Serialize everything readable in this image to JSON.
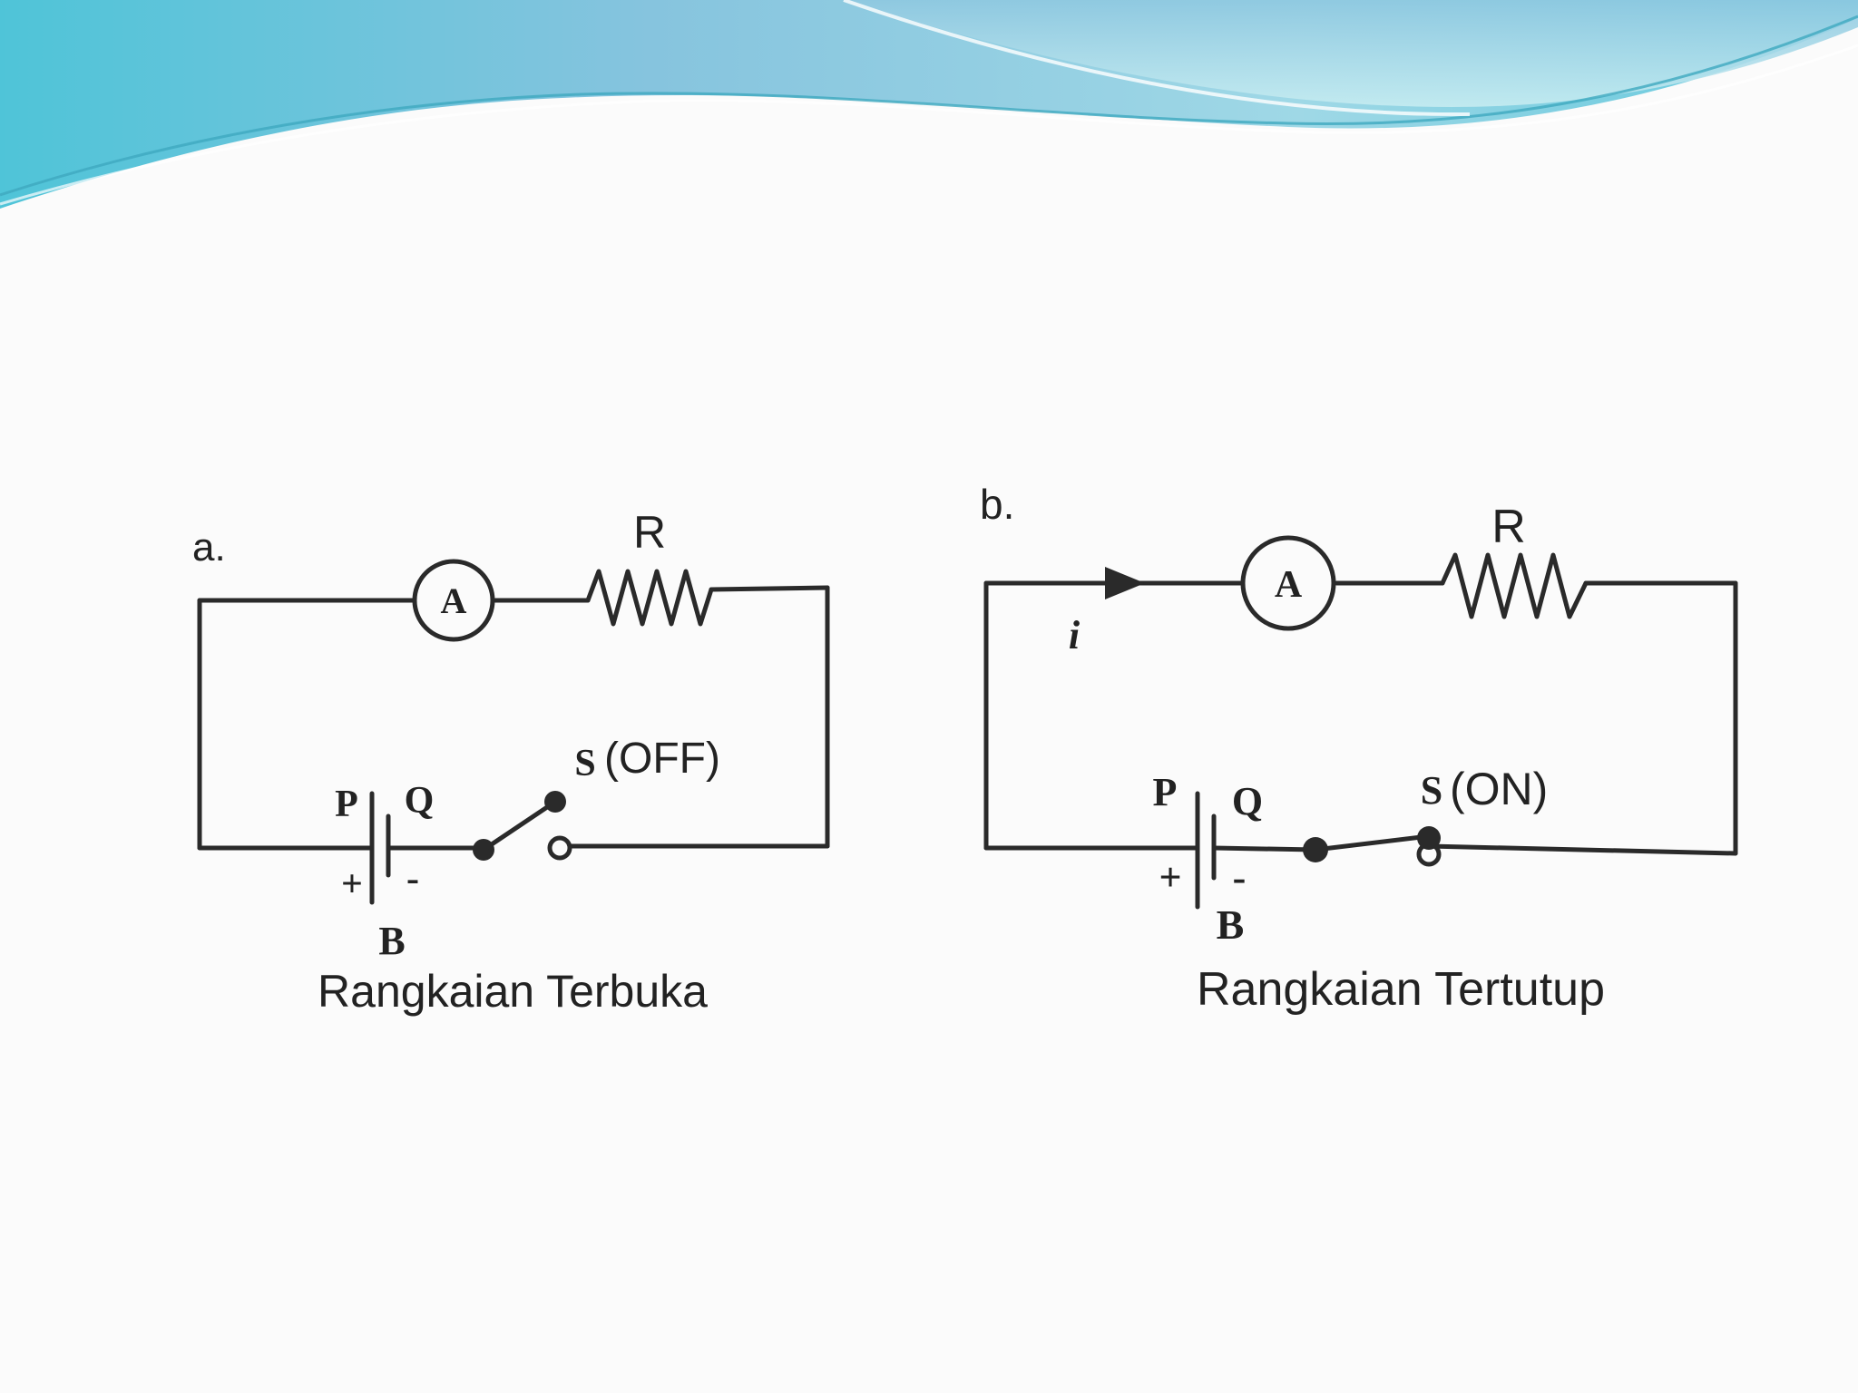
{
  "colors": {
    "wave_dark": "#6fb3d6",
    "wave_light": "#a8e2ea",
    "ink": "#2a2a2a",
    "background": "#fbfbfb"
  },
  "circuit_a": {
    "panel_label": "a.",
    "resistor_label": "R",
    "ammeter_label": "A",
    "battery_pos_terminal": "P",
    "battery_neg_terminal": "Q",
    "plus_sign": "+",
    "minus_sign": "-",
    "battery_label": "B",
    "switch_label": "S",
    "switch_state": "(OFF)",
    "caption": "Rangkaian Terbuka"
  },
  "circuit_b": {
    "panel_label": "b.",
    "resistor_label": "R",
    "ammeter_label": "A",
    "current_label": "i",
    "battery_pos_terminal": "P",
    "battery_neg_terminal": "Q",
    "plus_sign": "+",
    "minus_sign": "-",
    "battery_label": "B",
    "switch_label": "S",
    "switch_state": "(ON)",
    "caption": "Rangkaian Tertutup"
  }
}
